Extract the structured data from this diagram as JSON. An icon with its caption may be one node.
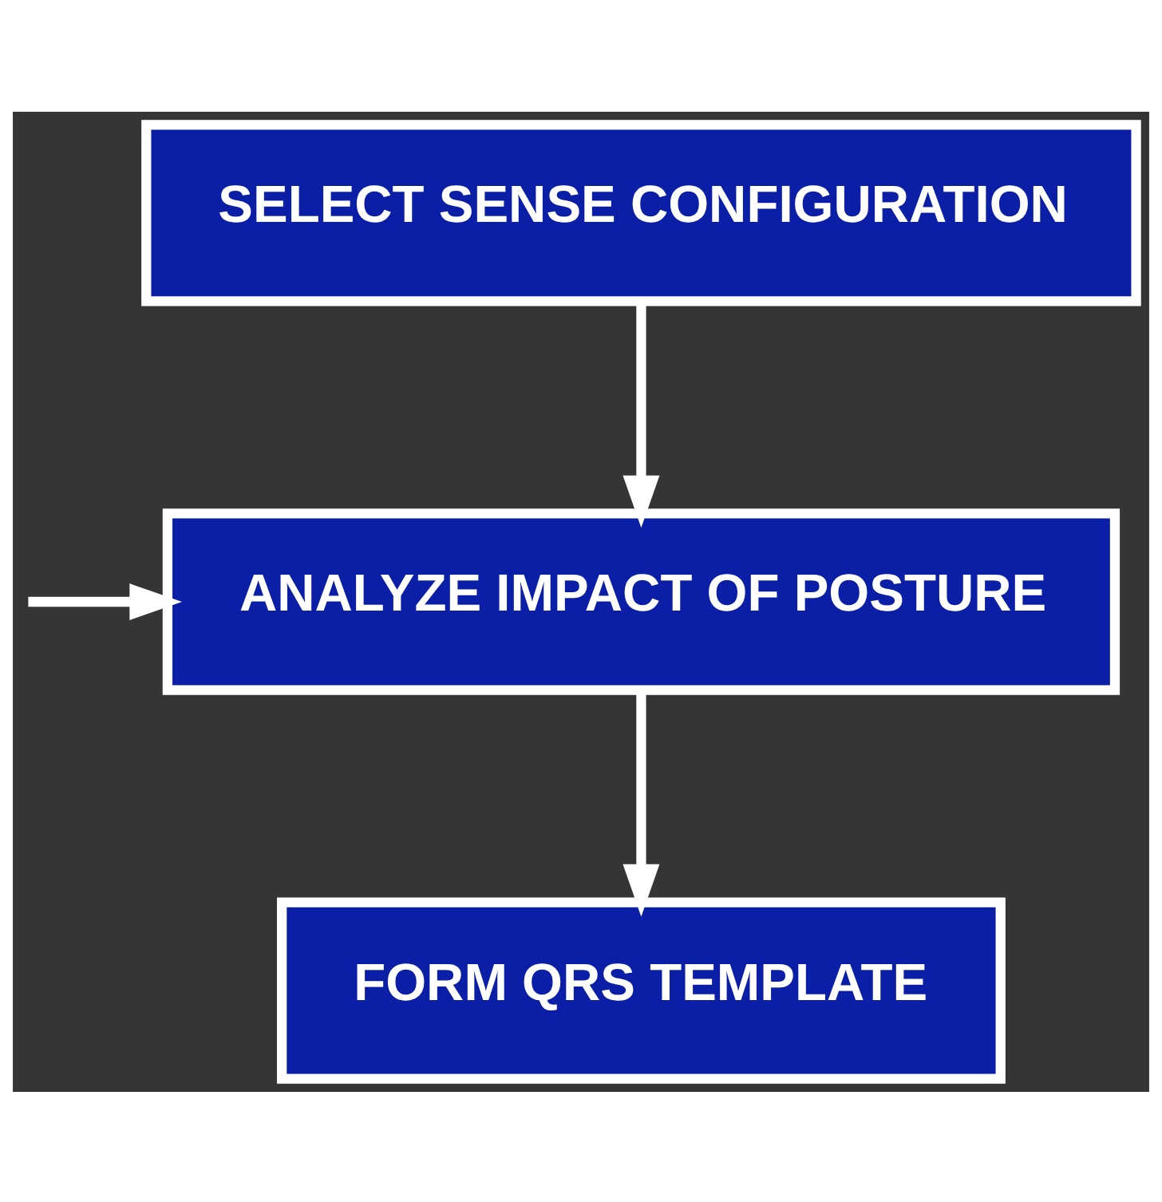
{
  "diagram": {
    "nodes": [
      {
        "text": [
          "SELECT SENSE CONFIGURATION"
        ]
      },
      {
        "text": [
          "ANALYZE IMPACT OF POSTURE"
        ]
      },
      {
        "text": [
          "FORM QRS TEMPLATE"
        ]
      }
    ],
    "edges": [
      {
        "from": 0,
        "to": 1,
        "arrow": "to"
      },
      {
        "from": null,
        "to": 1,
        "arrow": "to"
      },
      {
        "from": 1,
        "to": 2,
        "arrow": "to"
      }
    ]
  }
}
